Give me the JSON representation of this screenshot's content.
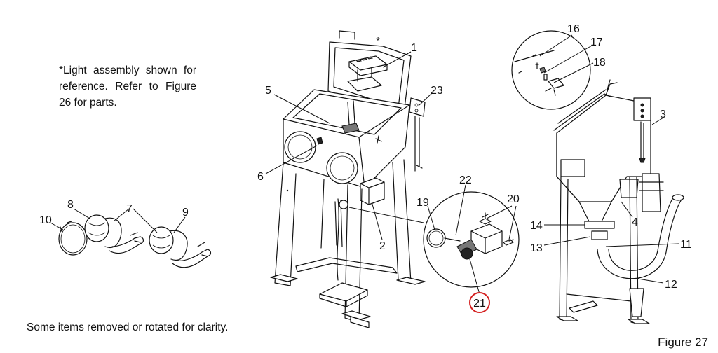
{
  "notes": {
    "light_assembly": "*Light assembly shown for reference. Refer to Figure 26 for parts.",
    "clarity": "Some items removed or rotated for clarity."
  },
  "figure_label": "Figure 27",
  "asterisk": "*",
  "callouts": [
    "1",
    "2",
    "3",
    "4",
    "5",
    "6",
    "7",
    "8",
    "9",
    "10",
    "11",
    "12",
    "13",
    "14",
    "16",
    "17",
    "18",
    "19",
    "20",
    "21",
    "22",
    "23"
  ],
  "highlighted_callout": "21",
  "highlight_color": "#d42020"
}
